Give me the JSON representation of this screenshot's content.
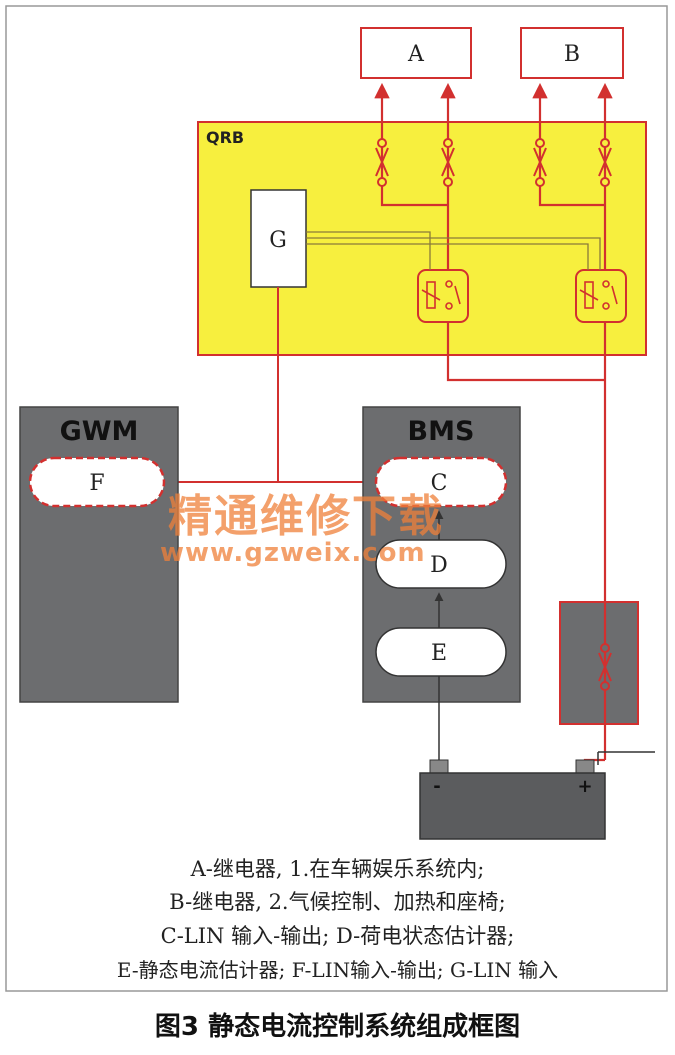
{
  "colors": {
    "wire": "#d2302f",
    "module_fill": "#f7ef3e",
    "ecu_fill": "#6c6d6f",
    "battery_fill": "#5b5c5e",
    "watermark": "#ef803a"
  },
  "boxes": {
    "A": "A",
    "B": "B",
    "G": "G",
    "QRB": "QRB",
    "GWM": "GWM",
    "BMS": "BMS",
    "F": "F",
    "C": "C",
    "D": "D",
    "E": "E"
  },
  "battery": {
    "minus": "-",
    "plus": "+"
  },
  "legend": [
    "A-继电器, 1.在车辆娱乐系统内;",
    "B-继电器, 2.气候控制、加热和座椅;",
    "C-LIN 输入-输出; D-荷电状态估计器;",
    "E-静态电流估计器; F-LIN输入-输出; G-LIN 输入"
  ],
  "caption": "图3 静态电流控制系统组成框图",
  "watermark": {
    "cn": "精通维修下载",
    "url": "www.gzweix.com"
  }
}
